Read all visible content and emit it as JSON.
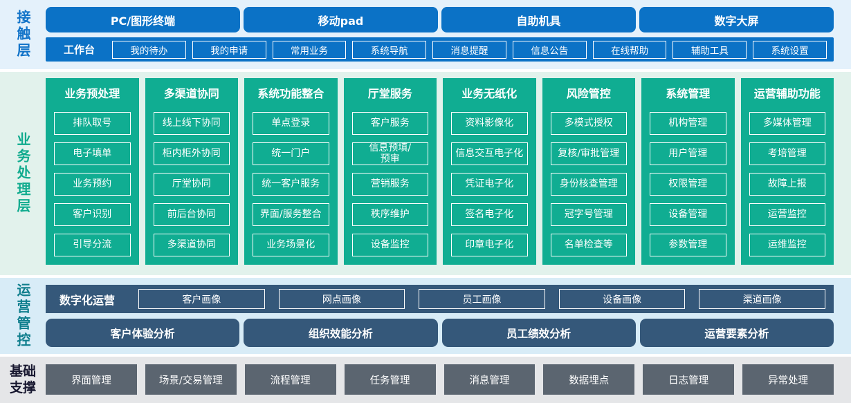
{
  "colors": {
    "blue": "#0b72c6",
    "teal": "#10ad92",
    "slate_blue": "#35587a",
    "gray": "#5b6570",
    "contact_bg": "#e4f1fb",
    "business_bg": "#e2f2ec",
    "operations_bg": "#d8ecf7",
    "foundation_bg": "#e5e6e8"
  },
  "layers": {
    "contact": {
      "label": "接触层",
      "terminals": [
        "PC/图形终端",
        "移动pad",
        "自助机具",
        "数字大屏"
      ],
      "workbench": {
        "label": "工作台",
        "items": [
          "我的待办",
          "我的申请",
          "常用业务",
          "系统导航",
          "消息提醒",
          "信息公告",
          "在线帮助",
          "辅助工具",
          "系统设置"
        ]
      }
    },
    "business": {
      "label": "业务处理层",
      "columns": [
        {
          "title": "业务预处理",
          "items": [
            "排队取号",
            "电子填单",
            "业务预约",
            "客户识别",
            "引导分流"
          ]
        },
        {
          "title": "多渠道协同",
          "items": [
            "线上线下协同",
            "柜内柜外协同",
            "厅堂协同",
            "前后台协同",
            "多渠道协同"
          ]
        },
        {
          "title": "系统功能整合",
          "items": [
            "单点登录",
            "统一门户",
            "统一客户服务",
            "界面/服务整合",
            "业务场景化"
          ]
        },
        {
          "title": "厅堂服务",
          "items": [
            "客户服务",
            "信息预填/\n预审",
            "营销服务",
            "秩序维护",
            "设备监控"
          ]
        },
        {
          "title": "业务无纸化",
          "items": [
            "资料影像化",
            "信息交互电子化",
            "凭证电子化",
            "签名电子化",
            "印章电子化"
          ]
        },
        {
          "title": "风险管控",
          "items": [
            "多模式授权",
            "复核/审批管理",
            "身份核查管理",
            "冠字号管理",
            "名单检查等"
          ]
        },
        {
          "title": "系统管理",
          "items": [
            "机构管理",
            "用户管理",
            "权限管理",
            "设备管理",
            "参数管理"
          ]
        },
        {
          "title": "运营辅助功能",
          "items": [
            "多媒体管理",
            "考培管理",
            "故障上报",
            "运营监控",
            "运维监控"
          ]
        }
      ]
    },
    "operations": {
      "label": "运营管控",
      "digital": {
        "label": "数字化运营",
        "items": [
          "客户画像",
          "网点画像",
          "员工画像",
          "设备画像",
          "渠道画像"
        ]
      },
      "analysis": [
        "客户体验分析",
        "组织效能分析",
        "员工绩效分析",
        "运营要素分析"
      ]
    },
    "foundation": {
      "label": "基础支撑",
      "items": [
        "界面管理",
        "场景/交易管理",
        "流程管理",
        "任务管理",
        "消息管理",
        "数据埋点",
        "日志管理",
        "异常处理"
      ]
    }
  }
}
